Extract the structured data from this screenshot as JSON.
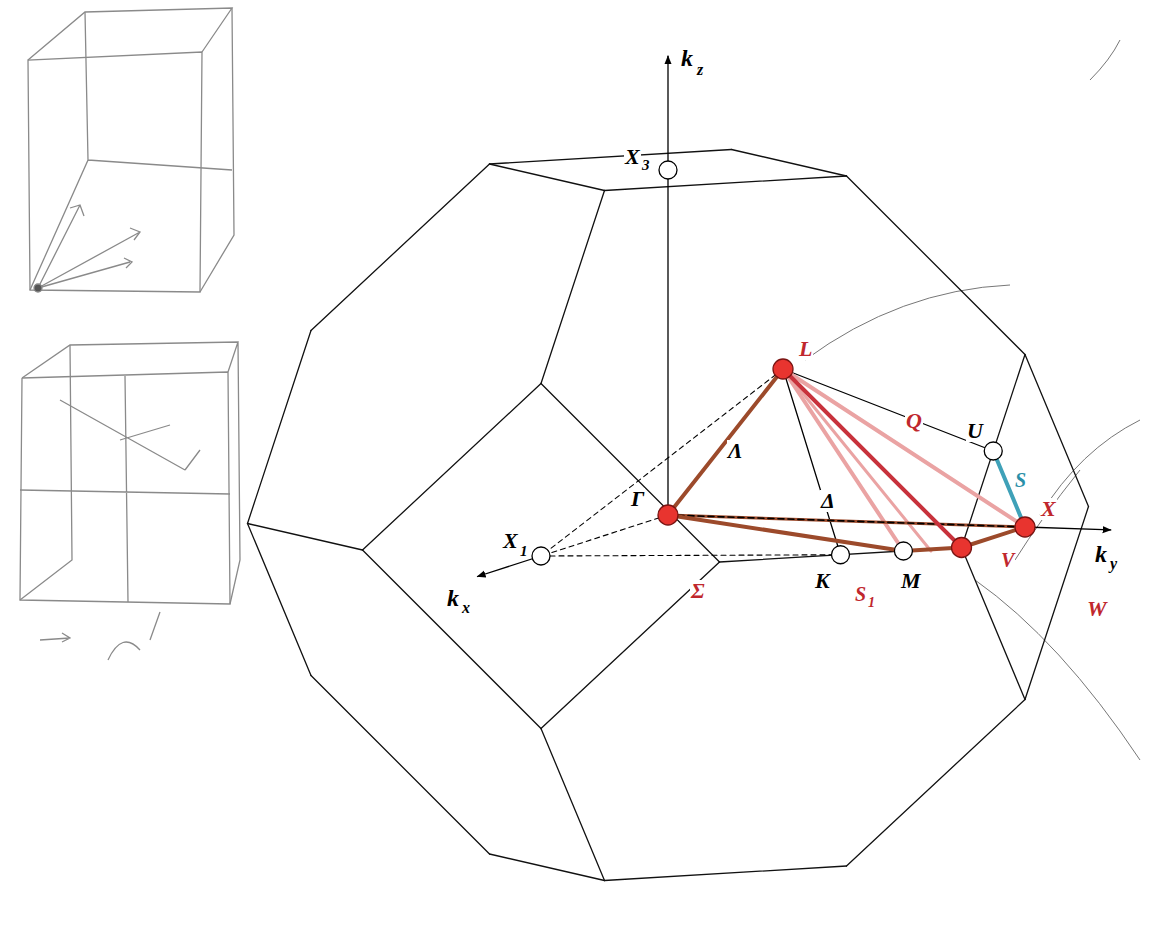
{
  "diagram": {
    "labels": [
      "k",
      "z",
      "X",
      "3",
      "L",
      "U",
      "Λ",
      "Q",
      "S",
      "Γ",
      "Δ",
      "X",
      "V",
      "X",
      "1",
      "k",
      "x",
      "K",
      "Σ",
      "S",
      "1",
      "M",
      "k",
      "y",
      "W"
    ]
  }
}
